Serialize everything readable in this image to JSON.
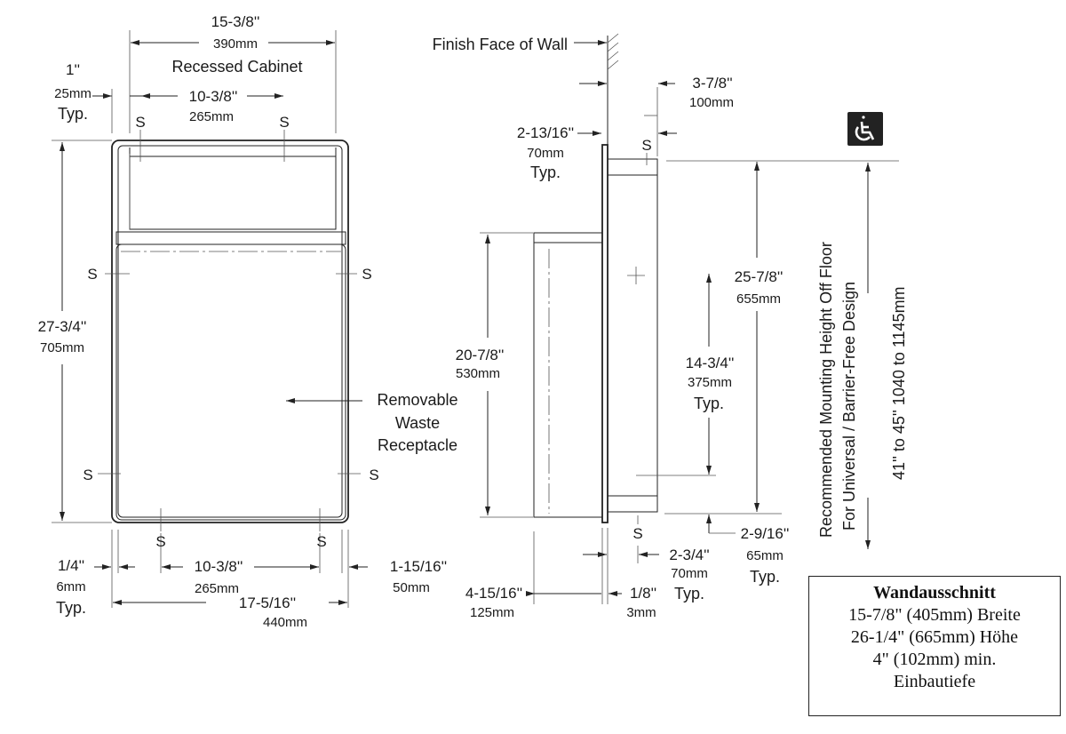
{
  "colors": {
    "line": "#222222",
    "text": "#1a1a1a",
    "icon_bg": "#222222"
  },
  "front": {
    "top_width": {
      "imperial": "15-3/8''",
      "metric": "390mm",
      "label": "Recessed Cabinet"
    },
    "flange": {
      "imperial": "1''",
      "metric": "25mm",
      "typ": "Typ."
    },
    "top_screws": {
      "imperial": "10-3/8''",
      "metric": "265mm"
    },
    "height": {
      "imperial": "27-3/4''",
      "metric": "705mm"
    },
    "bottom_flange": {
      "imperial": "1/4''",
      "metric": "6mm",
      "typ": "Typ."
    },
    "bottom_screws": {
      "imperial": "10-3/8''",
      "metric": "265mm"
    },
    "right_gap": {
      "imperial": "1-15/16''",
      "metric": "50mm"
    },
    "overall_width": {
      "imperial": "17-5/16''",
      "metric": "440mm"
    },
    "receptacle": [
      "Removable",
      "Waste",
      "Receptacle"
    ],
    "screw": "S"
  },
  "side": {
    "wall": "Finish Face of Wall",
    "depth_top": {
      "imperial": "3-7/8''",
      "metric": "100mm"
    },
    "flange_top": {
      "imperial": "2-13/16''",
      "metric": "70mm",
      "typ": "Typ."
    },
    "receptacle_height": {
      "imperial": "20-7/8''",
      "metric": "530mm"
    },
    "mount_height": {
      "imperial": "25-7/8''",
      "metric": "655mm"
    },
    "screw_span": {
      "imperial": "14-3/4''",
      "metric": "375mm",
      "typ": "Typ."
    },
    "bottom_offset": {
      "imperial": "2-9/16''",
      "metric": "65mm",
      "typ": "Typ."
    },
    "flange_bottom": {
      "imperial": "2-3/4''",
      "metric": "70mm",
      "typ": "Typ."
    },
    "receptacle_depth": {
      "imperial": "4-15/16''",
      "metric": "125mm"
    },
    "flange_thick": {
      "imperial": "1/8''",
      "metric": "3mm"
    },
    "screw": "S"
  },
  "mounting": {
    "line1": "Recommended Mounting Height Off Floor",
    "line2": "For Universal / Barrier-Free Design",
    "range": "41'' to 45''   1040 to 1145mm",
    "icon": "accessibility-icon"
  },
  "cutout": {
    "title": "Wandausschnitt",
    "line1": "15-7/8\" (405mm) Breite",
    "line2": "26-1/4\" (665mm) Höhe",
    "line3": "4\" (102mm) min.",
    "line4": "Einbautiefe"
  }
}
